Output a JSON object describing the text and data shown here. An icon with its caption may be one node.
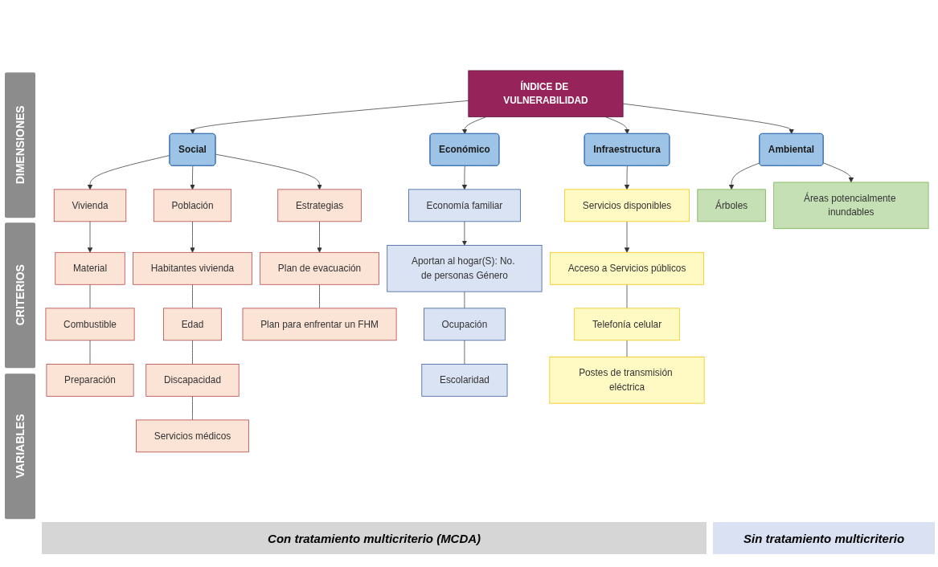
{
  "diagram": {
    "nodes": [
      {
        "text": [
          "ÍNDICE DE VULNERABILIDAD"
        ]
      },
      {
        "text": [
          "Social"
        ]
      },
      {
        "text": [
          "Económico"
        ]
      },
      {
        "text": [
          "Infraestructura"
        ]
      },
      {
        "text": [
          "Ambiental"
        ]
      },
      {
        "text": [
          "Vivienda"
        ]
      },
      {
        "text": [
          "Población"
        ]
      },
      {
        "text": [
          "Estrategias"
        ]
      },
      {
        "text": [
          "Economía familiar"
        ]
      },
      {
        "text": [
          "Servicios disponibles"
        ]
      },
      {
        "text": [
          "Árboles"
        ]
      },
      {
        "text": [
          "Áreas potencialmente inundables"
        ]
      },
      {
        "text": [
          "Material"
        ]
      },
      {
        "text": [
          "Combustible"
        ]
      },
      {
        "text": [
          "Preparación"
        ]
      },
      {
        "text": [
          "Habitantes vivienda"
        ]
      },
      {
        "text": [
          "Edad"
        ]
      },
      {
        "text": [
          "Discapacidad"
        ]
      },
      {
        "text": [
          "Servicios médicos"
        ]
      },
      {
        "text": [
          "Plan de evacuación"
        ]
      },
      {
        "text": [
          "Plan para enfrentar un FHM"
        ]
      },
      {
        "text": [
          "Aportan al hogar(S): No. de personas Género"
        ]
      },
      {
        "text": [
          "Ocupación"
        ]
      },
      {
        "text": [
          "Escolaridad"
        ]
      },
      {
        "text": [
          "Acceso a Servicios públicos"
        ]
      },
      {
        "text": [
          "Telefonía celular"
        ]
      },
      {
        "text": [
          "Postes de transmisión eléctrica"
        ]
      }
    ],
    "edges": [
      {
        "from": 0,
        "to": 1,
        "arrow": "to"
      },
      {
        "from": 0,
        "to": 2,
        "arrow": "to"
      },
      {
        "from": 0,
        "to": 3,
        "arrow": "to"
      },
      {
        "from": 0,
        "to": 4,
        "arrow": "to"
      },
      {
        "from": 1,
        "to": 5,
        "arrow": "to"
      },
      {
        "from": 1,
        "to": 6,
        "arrow": "to"
      },
      {
        "from": 1,
        "to": 7,
        "arrow": "to"
      },
      {
        "from": 2,
        "to": 8,
        "arrow": "to"
      },
      {
        "from": 3,
        "to": 9,
        "arrow": "to"
      },
      {
        "from": 4,
        "to": 10,
        "arrow": "to"
      },
      {
        "from": 4,
        "to": 11,
        "arrow": "to"
      },
      {
        "from": 5,
        "to": 12,
        "arrow": "to"
      },
      {
        "from": 12,
        "to": 13,
        "arrow": "none"
      },
      {
        "from": 13,
        "to": 14,
        "arrow": "none"
      },
      {
        "from": 6,
        "to": 15,
        "arrow": "to"
      },
      {
        "from": 15,
        "to": 16,
        "arrow": "none"
      },
      {
        "from": 16,
        "to": 17,
        "arrow": "none"
      },
      {
        "from": 17,
        "to": 18,
        "arrow": "none"
      },
      {
        "from": 7,
        "to": 19,
        "arrow": "to"
      },
      {
        "from": 19,
        "to": 20,
        "arrow": "none"
      },
      {
        "from": 8,
        "to": 21,
        "arrow": "to"
      },
      {
        "from": 21,
        "to": 22,
        "arrow": "none"
      },
      {
        "from": 22,
        "to": 23,
        "arrow": "none"
      },
      {
        "from": 9,
        "to": 24,
        "arrow": "to"
      },
      {
        "from": 24,
        "to": 25,
        "arrow": "none"
      },
      {
        "from": 25,
        "to": 26,
        "arrow": "none"
      }
    ],
    "labels": [
      "DIMENSIONES",
      "CRITERIOS",
      "VARIABLES",
      "Con tratamiento multicriterio (MCDA)",
      "Sin tratamiento multicriterio"
    ]
  }
}
